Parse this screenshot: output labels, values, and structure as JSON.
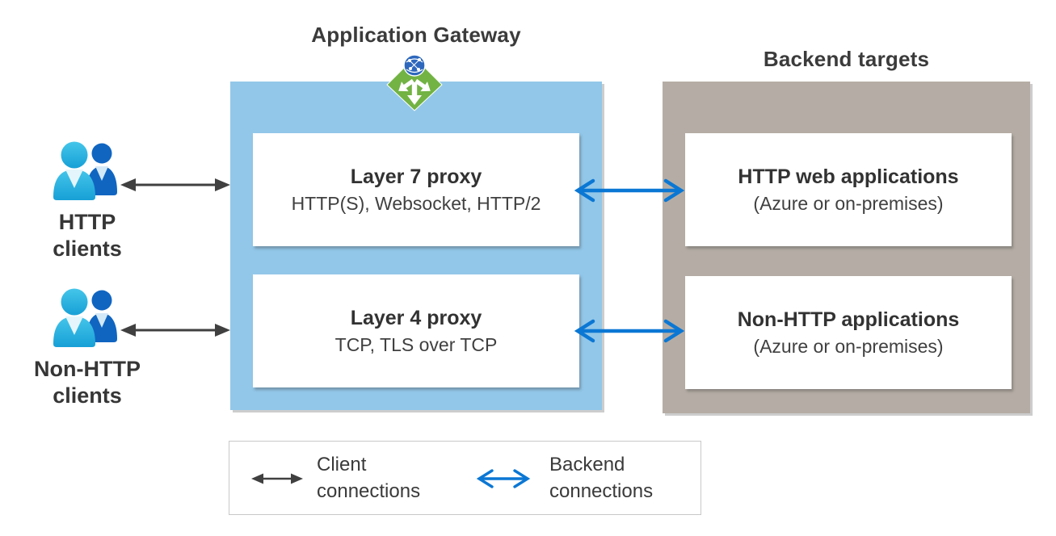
{
  "gateway": {
    "title": "Application Gateway",
    "layer7": {
      "heading": "Layer 7 proxy",
      "subheading": "HTTP(S), Websocket, HTTP/2"
    },
    "layer4": {
      "heading": "Layer 4 proxy",
      "subheading": "TCP, TLS over TCP"
    }
  },
  "backend": {
    "title": "Backend targets",
    "http_apps": {
      "heading": "HTTP web applications",
      "subheading": "(Azure or on-premises)"
    },
    "non_http_apps": {
      "heading": "Non-HTTP applications",
      "subheading": "(Azure or on-premises)"
    }
  },
  "clients": {
    "http": {
      "label": "HTTP clients"
    },
    "non_http": {
      "label": "Non-HTTP clients"
    }
  },
  "legend": {
    "client_label": "Client connections",
    "backend_label": "Backend connections"
  },
  "icons": {
    "gateway": "application-gateway-icon",
    "clients": "users-icon"
  },
  "colors": {
    "gateway_box": "#92c7e9",
    "backend_box": "#b5ada5",
    "client_arrow": "#404040",
    "backend_arrow": "#0b77d4",
    "gateway_icon_green": "#72b344",
    "globe_blue": "#2d68bd",
    "person_front_blue": "#2ab0dd",
    "person_back_blue": "#1065c1",
    "heading_text": "#3b3b3b"
  }
}
